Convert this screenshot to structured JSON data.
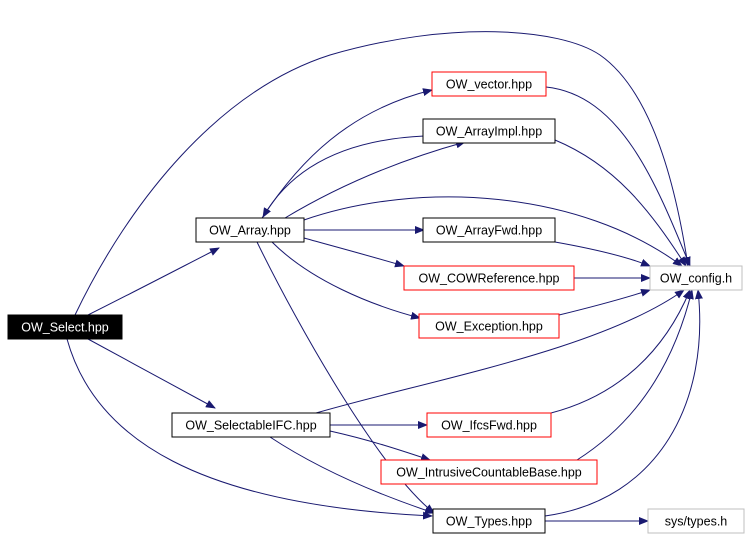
{
  "graph": {
    "colors": {
      "edge": "#191970",
      "normal_border": "#000000",
      "missing_border": "#ff0000",
      "external_border": "#bfbfbf",
      "root_fill": "#000000",
      "root_text": "#ffffff"
    },
    "nodes": [
      {
        "id": "ow_select",
        "label": "OW_Select.hpp",
        "kind": "root"
      },
      {
        "id": "ow_array",
        "label": "OW_Array.hpp",
        "kind": "normal"
      },
      {
        "id": "ow_vector",
        "label": "OW_vector.hpp",
        "kind": "missing"
      },
      {
        "id": "ow_arrayimpl",
        "label": "OW_ArrayImpl.hpp",
        "kind": "normal"
      },
      {
        "id": "ow_arrayfwd",
        "label": "OW_ArrayFwd.hpp",
        "kind": "normal"
      },
      {
        "id": "ow_cowreference",
        "label": "OW_COWReference.hpp",
        "kind": "missing"
      },
      {
        "id": "ow_exception",
        "label": "OW_Exception.hpp",
        "kind": "missing"
      },
      {
        "id": "ow_config",
        "label": "OW_config.h",
        "kind": "external"
      },
      {
        "id": "ow_selectableifc",
        "label": "OW_SelectableIFC.hpp",
        "kind": "normal"
      },
      {
        "id": "ow_ifcsfwd",
        "label": "OW_IfcsFwd.hpp",
        "kind": "missing"
      },
      {
        "id": "ow_intrusivecountablebase",
        "label": "OW_IntrusiveCountableBase.hpp",
        "kind": "missing"
      },
      {
        "id": "ow_types",
        "label": "OW_Types.hpp",
        "kind": "normal"
      },
      {
        "id": "sys_types",
        "label": "sys/types.h",
        "kind": "external"
      }
    ],
    "edges": [
      {
        "from": "ow_select",
        "to": "ow_array"
      },
      {
        "from": "ow_select",
        "to": "ow_config"
      },
      {
        "from": "ow_select",
        "to": "ow_selectableifc"
      },
      {
        "from": "ow_select",
        "to": "ow_types"
      },
      {
        "from": "ow_array",
        "to": "ow_vector"
      },
      {
        "from": "ow_array",
        "to": "ow_arrayimpl"
      },
      {
        "from": "ow_array",
        "to": "ow_arrayfwd"
      },
      {
        "from": "ow_array",
        "to": "ow_cowreference"
      },
      {
        "from": "ow_array",
        "to": "ow_exception"
      },
      {
        "from": "ow_array",
        "to": "ow_config"
      },
      {
        "from": "ow_array",
        "to": "ow_types"
      },
      {
        "from": "ow_arrayimpl",
        "to": "ow_array"
      },
      {
        "from": "ow_vector",
        "to": "ow_config"
      },
      {
        "from": "ow_arrayimpl",
        "to": "ow_config"
      },
      {
        "from": "ow_arrayfwd",
        "to": "ow_config"
      },
      {
        "from": "ow_cowreference",
        "to": "ow_config"
      },
      {
        "from": "ow_exception",
        "to": "ow_config"
      },
      {
        "from": "ow_selectableifc",
        "to": "ow_config"
      },
      {
        "from": "ow_selectableifc",
        "to": "ow_ifcsfwd"
      },
      {
        "from": "ow_selectableifc",
        "to": "ow_intrusivecountablebase"
      },
      {
        "from": "ow_selectableifc",
        "to": "ow_types"
      },
      {
        "from": "ow_ifcsfwd",
        "to": "ow_config"
      },
      {
        "from": "ow_intrusivecountablebase",
        "to": "ow_config"
      },
      {
        "from": "ow_types",
        "to": "ow_config"
      },
      {
        "from": "ow_types",
        "to": "sys_types"
      }
    ]
  }
}
